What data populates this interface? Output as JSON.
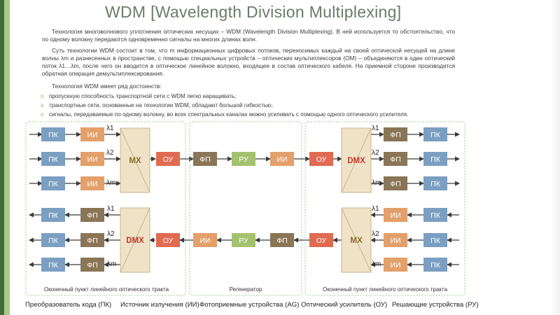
{
  "title": "WDM [Wavelength Division Multiplexing]",
  "paragraphs": {
    "p1": "Технология многоволнового уплотнения оптических несущих – WDM (Wavelength Division Multiplexing). В ней используется то обстоятельство, что по одному волокну передаются одновременно сигналы на многих длинах волн.",
    "p2": "Суть технологии WDM состоит в том, что m информационных цифровых потоков, переносимых каждый на своей оптической несущей на длине волны λm и разнесенных в пространстве, с помощью специальных устройств – оптических мультиплексоров (ОМ) – объединяются в один оптический поток λ1…λm, после чего он вводится в оптическое линейное волокно, входящее в состав оптического кабеля. На приемной стороне производится обратная операция демультиплексирования.",
    "p3": "Технология WDM имеет ряд достоинств:"
  },
  "advantages": [
    "пропускную способность транспортной сети с WDM легко наращивать;",
    "транспортные сети, основанные на технологии WDM, обладают большой гибкостью;",
    "сигналы, передаваемые по одному волокну, во всех спектральных каналах можно усиливать с помощью одного оптического усилителя."
  ],
  "bullet_glyph": "o",
  "diagram": {
    "labels": {
      "pk": "ПК",
      "ii": "ИИ",
      "fp": "ФП",
      "ru": "РУ",
      "ou": "ОУ",
      "mx": "MX",
      "dmx": "DMX",
      "l1": "λ1",
      "l2": "λ2",
      "lm": "λm"
    },
    "section_labels": {
      "left": "Оконечный пункт линейного оптического тракта",
      "middle": "Регенератор",
      "right": "Оконечный пункт линейного оптического тракта"
    },
    "colors": {
      "pk": "#7b9fc2",
      "ii": "#e3a06a",
      "fp": "#8a7556",
      "ou": "#e06b51",
      "ru": "#a4c16f",
      "mux": "#efe2c6",
      "mux_border": "#c8b592",
      "mux_text": "#8b6a2a",
      "dmx_text": "#c0392b",
      "arrow": "#3a3a3a",
      "section_border": "#9ccd8a"
    }
  },
  "legend": [
    "Преобразователь кода (ПК)",
    "Источник излучения (ИИ)",
    "Фотоприемные устройства (AG)",
    "Оптический усилитель (ОУ)",
    "Решающие устройства (РУ)"
  ]
}
